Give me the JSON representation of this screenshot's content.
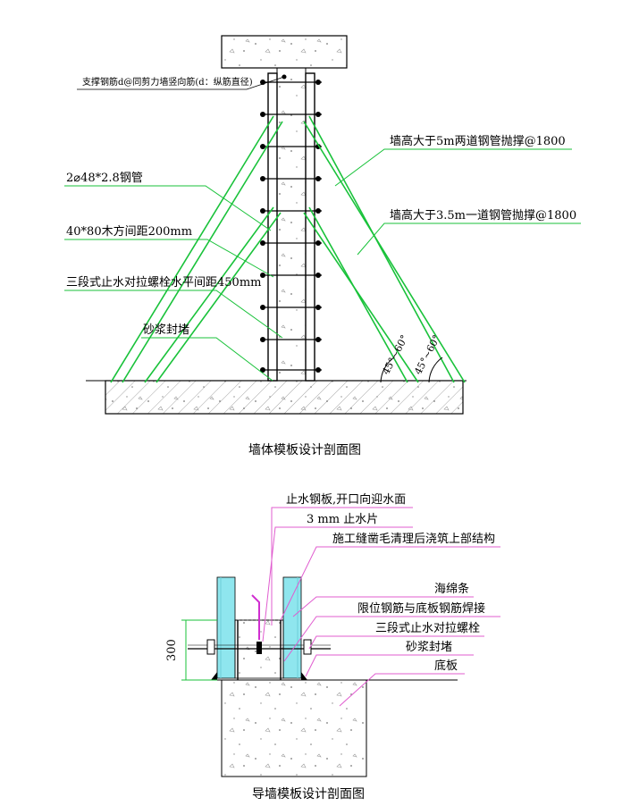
{
  "figure1": {
    "caption": "墙体模板设计剖面图",
    "labels": {
      "rebar_note": "支撑钢筋d@同剪力墙竖向筋(d：纵筋直径)",
      "pipe_5m": "墙高大于5m两道钢管抛撑@1800",
      "pipe_35m": "墙高大于3.5m一道钢管抛撑@1800",
      "steel_pipe": "2⌀48*2.8钢管",
      "timber": "40*80木方间距200mm",
      "bolt": "三段式止水对拉螺栓水平间距450mm",
      "mortar": "砂浆封堵"
    },
    "angle_label": "45°~60°"
  },
  "figure2": {
    "caption": "导墙模板设计剖面图",
    "dimension": "300",
    "labels": {
      "waterstop_plate": "止水钢板,开口向迎水面",
      "waterstop_piece": "3 mm 止水片",
      "joint": "施工缝凿毛清理后浇筑上部结构",
      "sponge": "海绵条",
      "limit_rebar": "限位钢筋与底板钢筋焊接",
      "bolt": "三段式止水对拉螺栓",
      "mortar": "砂浆封堵",
      "slab": "底板"
    }
  },
  "colors": {
    "support_pipe": "#19c23a",
    "leader_pink": "#e05ccf",
    "formwork_cyan": "#8fe6ee",
    "line": "#000000"
  }
}
